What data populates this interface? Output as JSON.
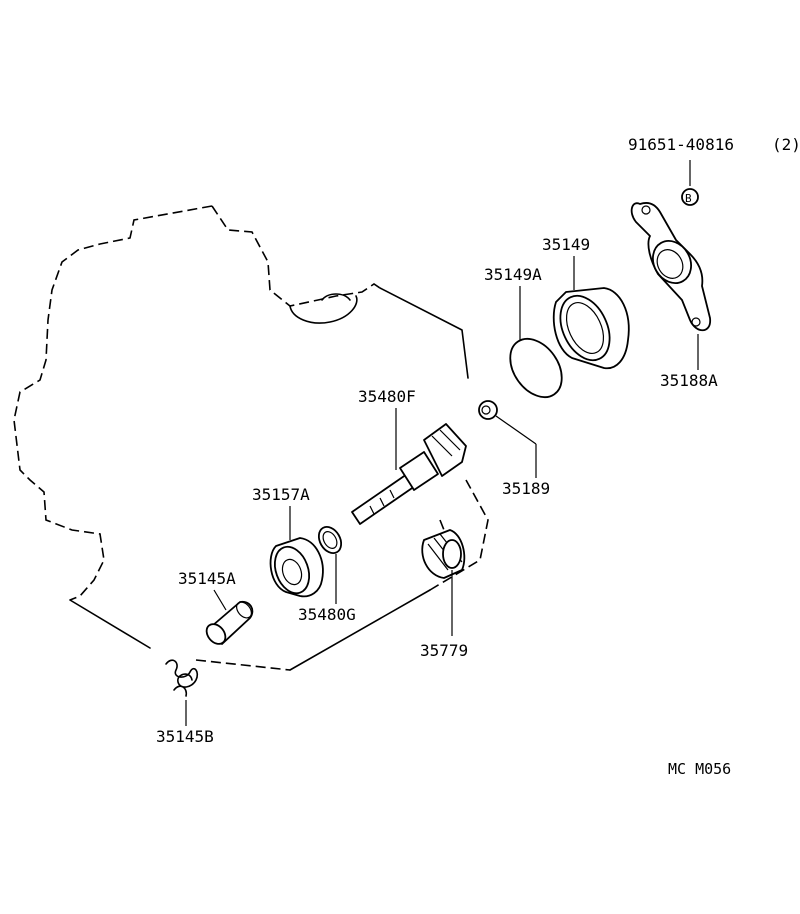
{
  "diagram": {
    "labels": {
      "bolt": "91651-40816",
      "bolt_qty": "(2)",
      "bolt_marker": "B",
      "cover_clamp": "35188A",
      "oil_seal_cover": "35149",
      "o_ring": "35149A",
      "plug": "35189",
      "driven_gear_shaft": "35480F",
      "sleeve": "35157A",
      "washer": "35480G",
      "drive_gear": "35779",
      "plunger": "35145A",
      "spring": "35145B"
    },
    "catalog_code": "MC M056"
  }
}
